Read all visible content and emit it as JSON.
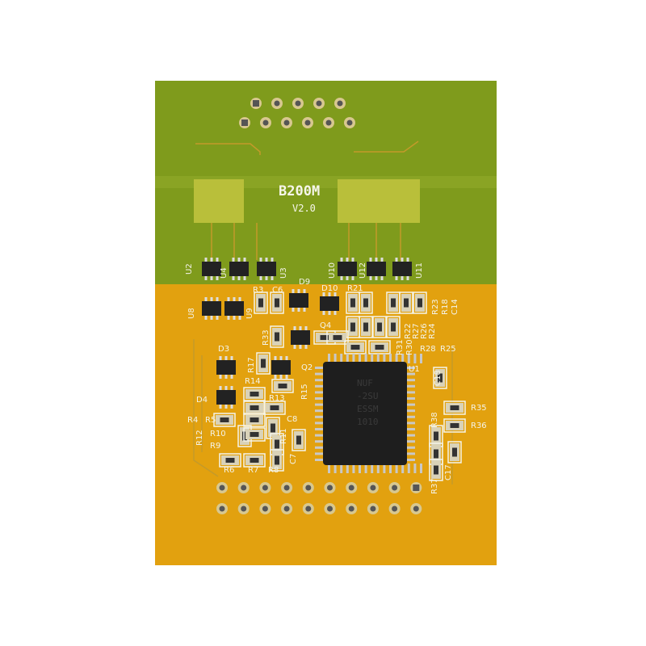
{
  "board": {
    "model": "B200M",
    "version": "V2.0",
    "colors": {
      "green": "#7f9b1c",
      "orange": "#e2a10f",
      "silkscreen": "#f4f4ea",
      "ic": "#1e1e1e"
    }
  },
  "chip_marking": [
    "NUF",
    "-2SU",
    "ESSM",
    "1010"
  ],
  "labels": [
    "U2",
    "U4",
    "U3",
    "U10",
    "U12",
    "U11",
    "D9",
    "D10",
    "R21",
    "R3",
    "C6",
    "U8",
    "U9",
    "R23",
    "R18",
    "C14",
    "Q4",
    "R33",
    "R22",
    "R27",
    "R26",
    "R24",
    "R31",
    "R30",
    "R28",
    "R25",
    "D3",
    "R17",
    "Q2",
    "U1",
    "C18",
    "R14",
    "R15",
    "D4",
    "R13",
    "R35",
    "C8",
    "R38",
    "R4",
    "R5",
    "R36",
    "R12",
    "R10",
    "R11",
    "R9",
    "C7",
    "R37",
    "C17",
    "R6",
    "R7",
    "R8"
  ]
}
